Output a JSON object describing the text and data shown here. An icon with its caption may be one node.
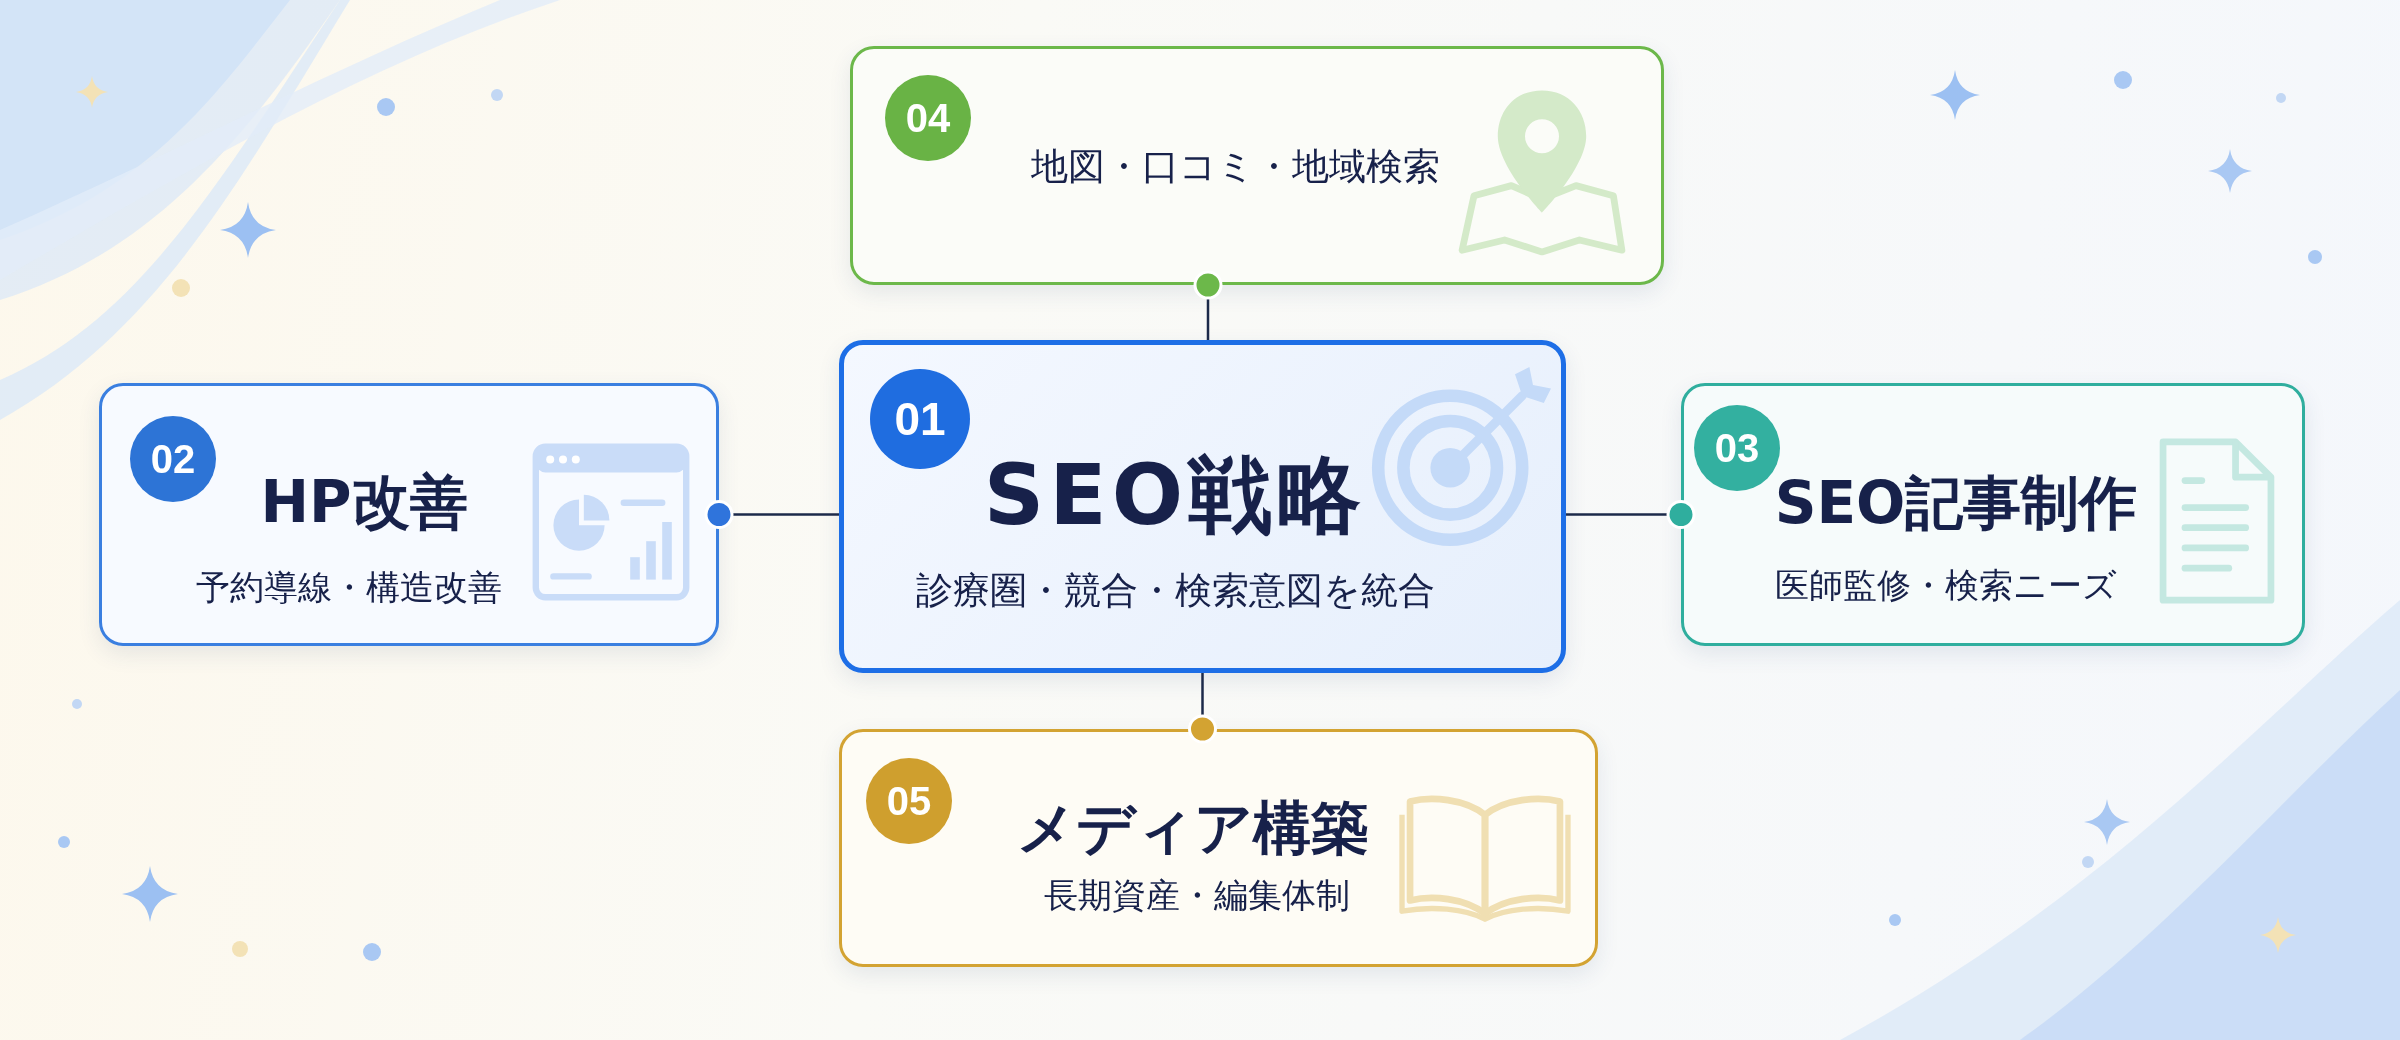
{
  "diagram": {
    "nodes": [
      {
        "text": [
          "地図・口コミ・地域検索"
        ]
      },
      {
        "text": [
          "04"
        ],
        "in": 0
      },
      {
        "text": [
          "HP改善",
          "予約導線・構造改善"
        ]
      },
      {
        "text": [
          "02"
        ],
        "in": 2
      },
      {
        "text": [
          "SEO戦略",
          "診療圏・競合・検索意図を統合"
        ]
      },
      {
        "text": [
          "01"
        ],
        "in": 4
      },
      {
        "text": [
          "SEO記事制作",
          "医師監修・検索ニーズ"
        ]
      },
      {
        "text": [
          "03"
        ],
        "in": 6
      },
      {
        "text": [
          "メディア構築",
          "長期資産・編集体制"
        ]
      },
      {
        "text": [
          "05"
        ],
        "in": 8
      }
    ],
    "edges": [
      {
        "from": 4,
        "to": 0,
        "arrow": "other"
      },
      {
        "from": 4,
        "to": 2,
        "arrow": "other"
      },
      {
        "from": 4,
        "to": 6,
        "arrow": "other"
      },
      {
        "from": 4,
        "to": 8,
        "arrow": "other"
      }
    ]
  }
}
